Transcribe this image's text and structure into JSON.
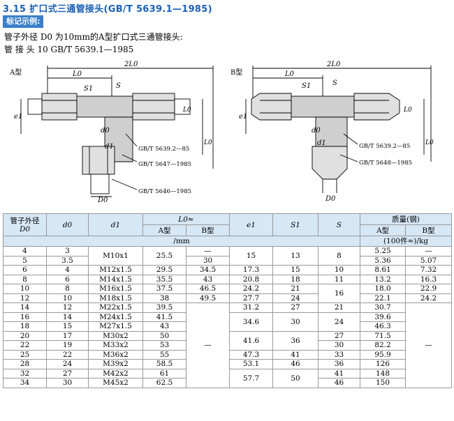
{
  "header": {
    "title": "3.15 扩口式三通管接头(GB/T 5639.1—1985)",
    "example_badge": "标记示例:",
    "example_line1": "管子外径 D0 为10mm的A型扩口式三通管接头:",
    "example_line2": "管  接  头 10    GB/T 5639.1—1985"
  },
  "diagram_a": {
    "label": "A型",
    "dim_2l0": "2L0",
    "dim_l0": "L0",
    "s1": "S1",
    "s": "S",
    "e1": "e1",
    "d0": "d0",
    "d1": "d1",
    "D0": "D0",
    "l0_side": "L0",
    "l0_right": "L0",
    "ref1": "GB/T 5639.2—85",
    "ref2": "GB/T 5647—1985",
    "ref3": "GB/T 5646—1985"
  },
  "diagram_b": {
    "label": "B型",
    "dim_2l0": "2L0",
    "dim_l0": "L0",
    "s1": "S1",
    "s": "S",
    "e1": "e1",
    "d0": "d0",
    "d1": "d1",
    "D0": "D0",
    "l0_side": "L0",
    "l0_right": "L0",
    "ref1": "GB/T 5639.2—85",
    "ref2": "GB/T 5648—1985"
  },
  "table": {
    "headers": {
      "outer_diameter": "管子外径",
      "outer_diameter_sym": "D0",
      "d0": "d0",
      "d1": "d1",
      "l0": "L0≈",
      "type_a": "A型",
      "type_b": "B型",
      "e1": "e1",
      "s1": "S1",
      "s": "S",
      "mass": "质量(钢)",
      "mass_a": "A型",
      "mass_b": "B型",
      "unit_mm": "/mm",
      "unit_kg": "(100件≈)/kg"
    },
    "col_D0": [
      "4",
      "5",
      "6",
      "8",
      "10",
      "12",
      "14",
      "16",
      "18",
      "20",
      "22",
      "25",
      "28",
      "32",
      "34"
    ],
    "col_d0": [
      "3",
      "3.5",
      "4",
      "6",
      "8",
      "10",
      "12",
      "14",
      "15",
      "17",
      "19",
      "22",
      "24",
      "27",
      "30"
    ],
    "d1_groups": [
      "M10x1",
      "M12x1.5",
      "M14x1.5",
      "M16x1.5",
      "M18x1.5",
      "M22x1.5",
      "M24x1.5",
      "M27x1.5",
      "M30x2",
      "M33x2",
      "M36x2",
      "M39x2",
      "M42x2",
      "M45x2"
    ],
    "l0_a": [
      "25.5",
      "29.5",
      "35.5",
      "37.5",
      "38",
      "39.5",
      "41.5",
      "43",
      "50",
      "53",
      "55",
      "58.5",
      "61",
      "62.5"
    ],
    "l0_b": [
      "—",
      "30",
      "34.5",
      "43",
      "46.5",
      "49.5",
      "—"
    ],
    "e1": [
      "15",
      "17.3",
      "20.8",
      "24.2",
      "27.7",
      "31.2",
      "34.6",
      "41.6",
      "47.3",
      "53.1",
      "57.7"
    ],
    "s1": [
      "13",
      "15",
      "18",
      "21",
      "24",
      "27",
      "30",
      "36",
      "41",
      "46",
      "50"
    ],
    "s": [
      "8",
      "10",
      "11",
      "16",
      "21",
      "24",
      "27",
      "30",
      "33",
      "36",
      "41",
      "46"
    ],
    "mass_a": [
      "5.25",
      "5.36",
      "8.61",
      "13.2",
      "18.0",
      "22.1",
      "30.7",
      "39.6",
      "46.3",
      "71.5",
      "82.2",
      "95.9",
      "126",
      "148",
      "150"
    ],
    "mass_b": [
      "—",
      "5.07",
      "7.32",
      "16.3",
      "22.9",
      "24.2",
      "—"
    ]
  }
}
